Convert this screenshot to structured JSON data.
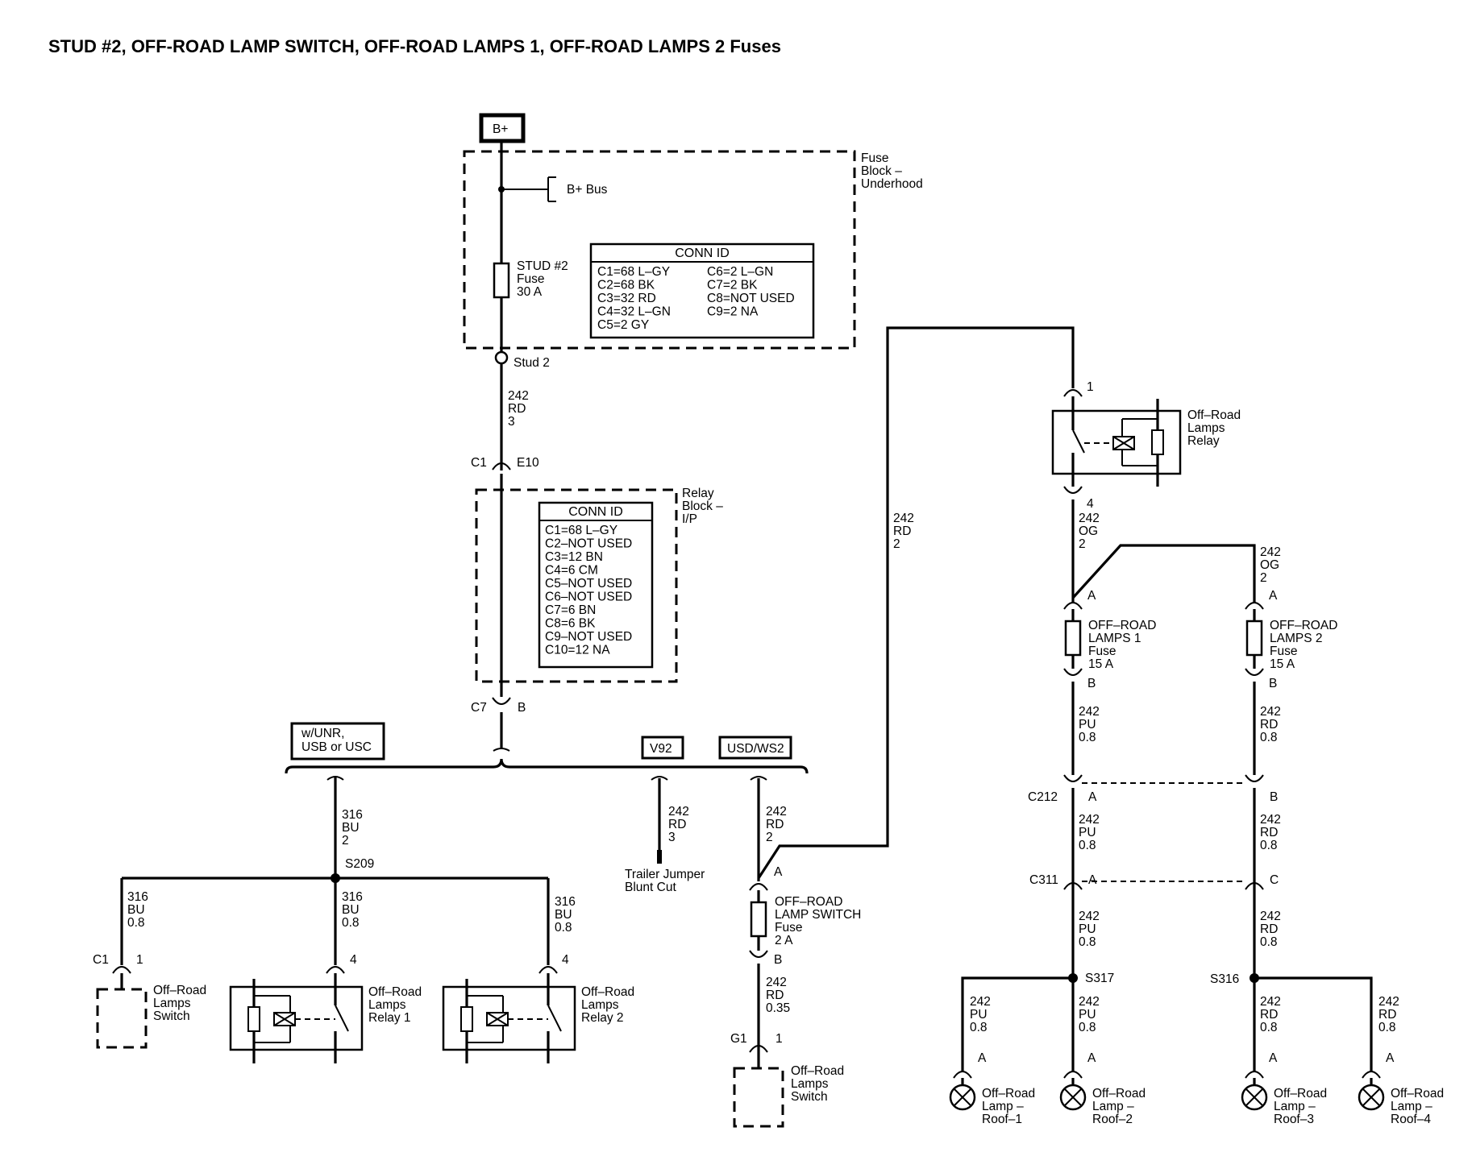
{
  "title": "STUD #2, OFF-ROAD LAMP SWITCH, OFF-ROAD LAMPS 1, OFF-ROAD LAMPS 2 Fuses",
  "bplus": "B+",
  "fuse_block": {
    "l1": "Fuse",
    "l2": "Block –",
    "l3": "Underhood",
    "bus": "B+ Bus"
  },
  "stud_fuse": {
    "l1": "STUD #2",
    "l2": "Fuse",
    "l3": "30 A",
    "stud": "Stud 2"
  },
  "conn_id_1": {
    "header": "CONN ID",
    "left": [
      "C1=68 L–GY",
      "C2=68 BK",
      "C3=32 RD",
      "C4=32 L–GN",
      "C5=2 GY"
    ],
    "right": [
      "C6=2 L–GN",
      "C7=2 BK",
      "C8=NOT USED",
      "C9=2 NA"
    ]
  },
  "relay_block": {
    "l1": "Relay",
    "l2": "Block –",
    "l3": "I/P"
  },
  "conn_id_2": {
    "header": "CONN ID",
    "rows": [
      "C1=68 L–GY",
      "C2–NOT USED",
      "C3=12 BN",
      "C4=6 CM",
      "C5–NOT USED",
      "C6–NOT USED",
      "C7=6 BN",
      "C8=6 BK",
      "C9–NOT USED",
      "C10=12 NA"
    ]
  },
  "wires": {
    "w1": [
      "242",
      "RD",
      "3"
    ],
    "w_tall": [
      "242",
      "RD",
      "2"
    ],
    "w_og1": [
      "242",
      "OG",
      "2"
    ],
    "w_og2": [
      "242",
      "OG",
      "2"
    ],
    "w316_top": [
      "316",
      "BU",
      "2"
    ],
    "w316_a": [
      "316",
      "BU",
      "0.8"
    ],
    "w316_b": [
      "316",
      "BU",
      "0.8"
    ],
    "w316_c": [
      "316",
      "BU",
      "0.8"
    ],
    "w_trailer": [
      "242",
      "RD",
      "3"
    ],
    "w_usd": [
      "242",
      "RD",
      "2"
    ],
    "w_sw035": [
      "242",
      "RD",
      "0.35"
    ],
    "w_pu1": [
      "242",
      "PU",
      "0.8"
    ],
    "w_rd1": [
      "242",
      "RD",
      "0.8"
    ],
    "w_pu2": [
      "242",
      "PU",
      "0.8"
    ],
    "w_rd2": [
      "242",
      "RD",
      "0.8"
    ],
    "w_pu3": [
      "242",
      "PU",
      "0.8"
    ],
    "w_rd3": [
      "242",
      "RD",
      "0.8"
    ],
    "w_r1": [
      "242",
      "PU",
      "0.8"
    ],
    "w_r2": [
      "242",
      "PU",
      "0.8"
    ],
    "w_r3": [
      "242",
      "RD",
      "0.8"
    ],
    "w_r4": [
      "242",
      "RD",
      "0.8"
    ]
  },
  "connectors": {
    "c1": "C1",
    "e10": "E10",
    "c7": "C7",
    "b": "B",
    "relay_pin1": "1",
    "relay_pin4": "4",
    "fuse1_a": "A",
    "fuse1_b": "B",
    "fuse2_a": "A",
    "fuse2_b": "B",
    "c212": "C212",
    "c212_a": "A",
    "c212_b": "B",
    "c311": "C311",
    "c311_a": "A",
    "c311_c": "C",
    "sw_a": "A",
    "sw_b": "B",
    "c1_left": "C1",
    "pin1_left": "1",
    "pin4_r1": "4",
    "pin4_r2": "4",
    "g1": "G1",
    "g1_pin": "1",
    "lamp_a1": "A",
    "lamp_a2": "A",
    "lamp_a3": "A",
    "lamp_a4": "A"
  },
  "options": {
    "unr_l1": "w/UNR,",
    "unr_l2": "USB or USC",
    "v92": "V92",
    "usd": "USD/WS2"
  },
  "splices": {
    "s209": "S209",
    "s317": "S317",
    "s316": "S316"
  },
  "relay_top": {
    "l1": "Off–Road",
    "l2": "Lamps",
    "l3": "Relay"
  },
  "fuse_lamps1": {
    "l1": "OFF–ROAD",
    "l2": "LAMPS 1",
    "l3": "Fuse",
    "l4": "15 A"
  },
  "fuse_lamps2": {
    "l1": "OFF–ROAD",
    "l2": "LAMPS 2",
    "l3": "Fuse",
    "l4": "15 A"
  },
  "fuse_switch": {
    "l1": "OFF–ROAD",
    "l2": "LAMP SWITCH",
    "l3": "Fuse",
    "l4": "2 A"
  },
  "trailer": {
    "l1": "Trailer Jumper",
    "l2": "Blunt Cut"
  },
  "switch_left": {
    "l1": "Off–Road",
    "l2": "Lamps",
    "l3": "Switch"
  },
  "switch_bottom": {
    "l1": "Off–Road",
    "l2": "Lamps",
    "l3": "Switch"
  },
  "relay1": {
    "l1": "Off–Road",
    "l2": "Lamps",
    "l3": "Relay 1"
  },
  "relay2": {
    "l1": "Off–Road",
    "l2": "Lamps",
    "l3": "Relay 2"
  },
  "lamps": [
    {
      "l1": "Off–Road",
      "l2": "Lamp –",
      "l3": "Roof–1"
    },
    {
      "l1": "Off–Road",
      "l2": "Lamp –",
      "l3": "Roof–2"
    },
    {
      "l1": "Off–Road",
      "l2": "Lamp –",
      "l3": "Roof–3"
    },
    {
      "l1": "Off–Road",
      "l2": "Lamp –",
      "l3": "Roof–4"
    }
  ]
}
